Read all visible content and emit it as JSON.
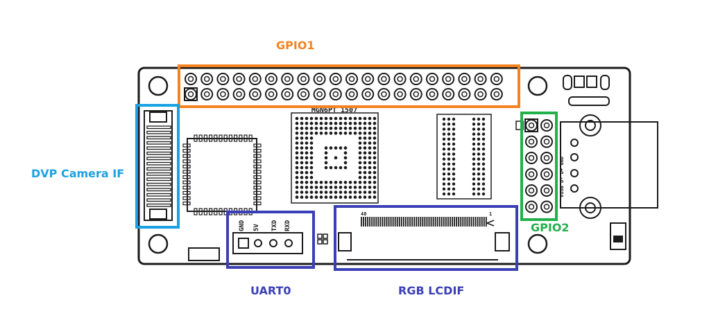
{
  "callouts": {
    "gpio1": {
      "label": "GPIO1",
      "color": "#f58220"
    },
    "dvp": {
      "label": "DVP Camera IF",
      "color": "#1ba1e2"
    },
    "gpio2": {
      "label": "GPIO2",
      "color": "#22b04b"
    },
    "uart0": {
      "label": "UART0",
      "color": "#3b3fb6"
    },
    "rgb": {
      "label": "RGB LCDIF",
      "color": "#3b3fb6"
    }
  },
  "silkscreen": {
    "chip_marking": "MGN6PT 1507",
    "uart_pins": [
      "GND",
      "5V",
      "TXD",
      "RXD"
    ],
    "gpio2_pins": [
      "GND",
      "D+",
      "D-",
      "VUSB"
    ],
    "lcd_pin_first": "40",
    "lcd_pin_last": "1"
  },
  "board": {
    "outline_color": "#1a1a1a",
    "fill_color": "#ffffff"
  }
}
